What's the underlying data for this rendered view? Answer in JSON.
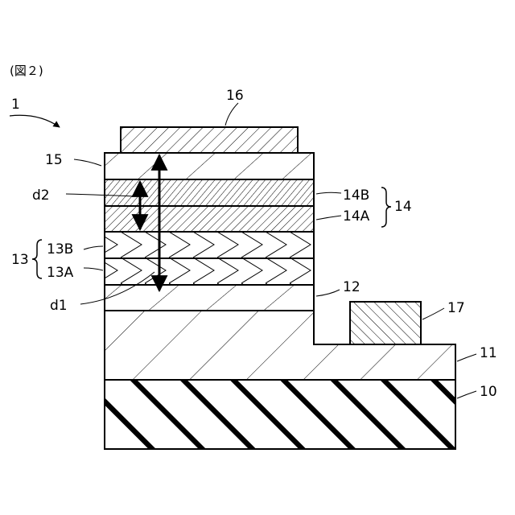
{
  "figure": {
    "caption": "(図２)",
    "device_label": "1",
    "layers": {
      "substrate": "10",
      "layer_11": "11",
      "layer_12": "12",
      "layer_13": "13",
      "layer_13a": "13A",
      "layer_13b": "13B",
      "layer_14": "14",
      "layer_14a": "14A",
      "layer_14b": "14B",
      "layer_15": "15",
      "electrode_16": "16",
      "electrode_17": "17"
    },
    "dimensions": {
      "d1": "d1",
      "d2": "d2"
    }
  }
}
